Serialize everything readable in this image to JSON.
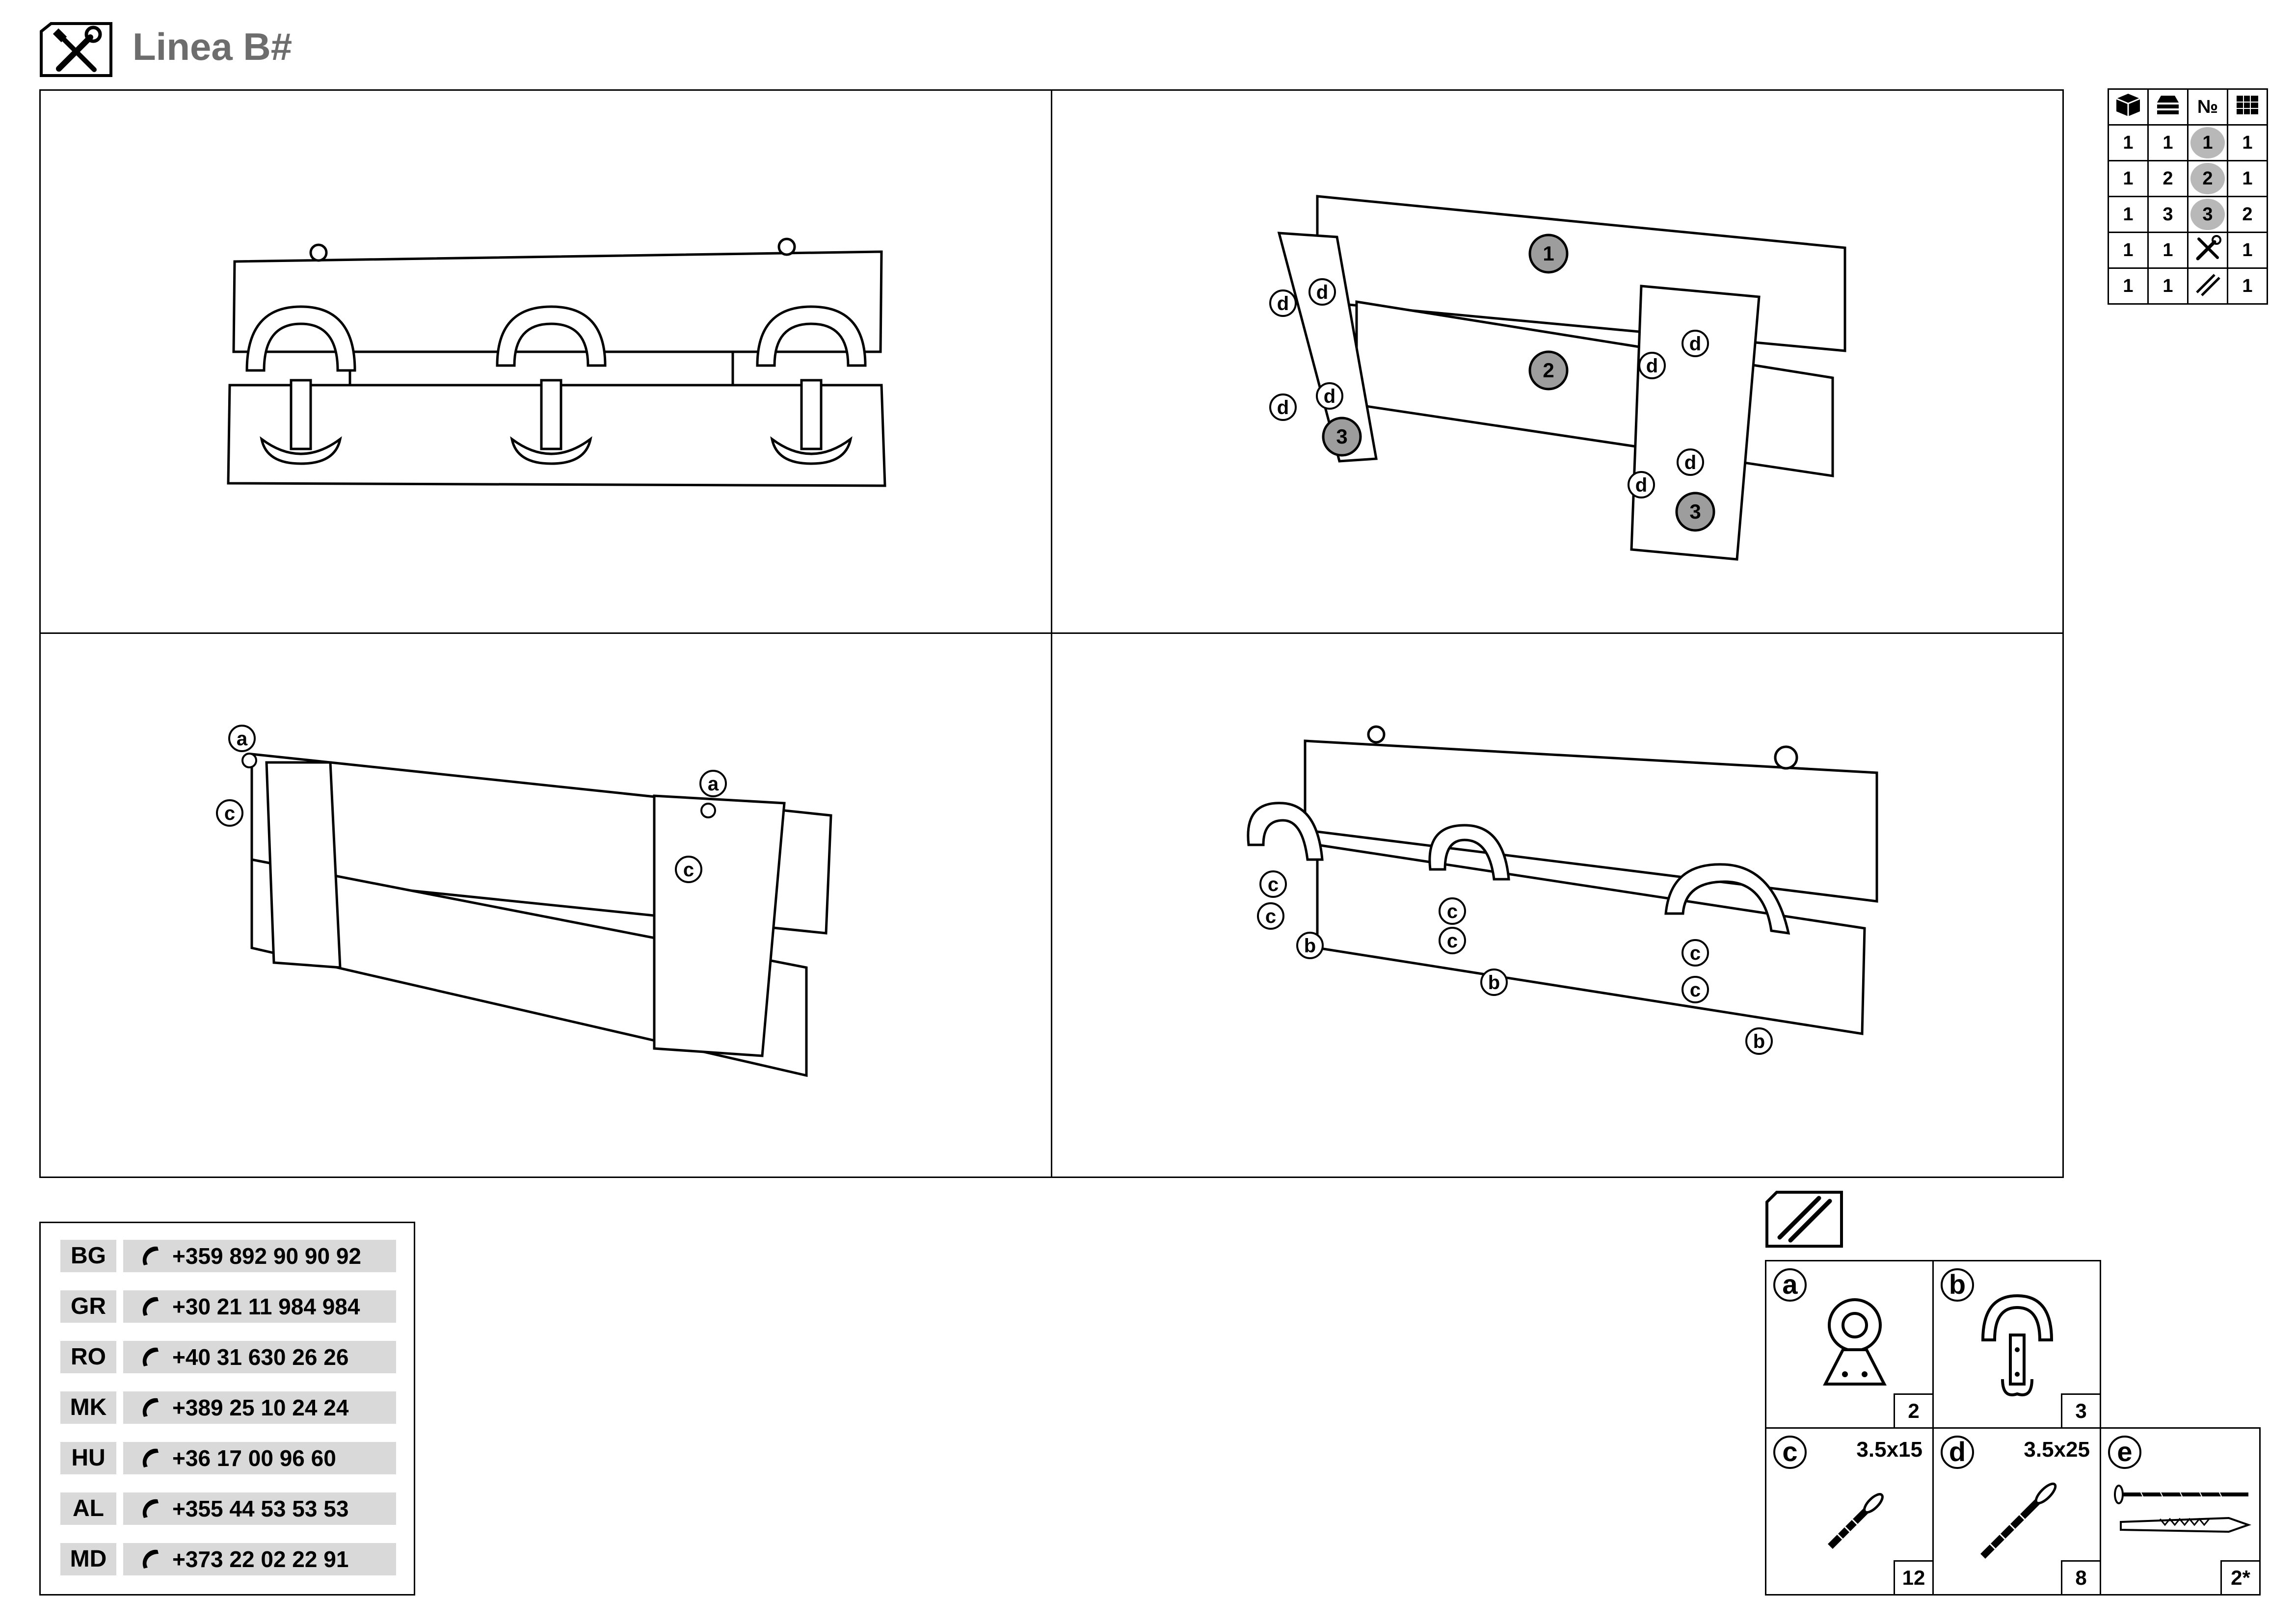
{
  "header": {
    "title": "Linea B#",
    "tools_icon": "tools-icon"
  },
  "step_panels": [
    {
      "id": "step-1"
    },
    {
      "id": "step-2"
    },
    {
      "id": "step-3"
    },
    {
      "id": "step-4"
    }
  ],
  "labels": {
    "part_1": "1",
    "part_2": "2",
    "part_3": "3",
    "d": "d",
    "c": "c",
    "a": "a",
    "b": "b"
  },
  "parts_table": {
    "header_icons": [
      "box-icon",
      "stack-icon",
      "№",
      "parts-grid-icon"
    ],
    "rows": [
      {
        "qty_box": "1",
        "pkg": "1",
        "no": "1",
        "count": "1"
      },
      {
        "qty_box": "1",
        "pkg": "2",
        "no": "2",
        "count": "1"
      },
      {
        "qty_box": "1",
        "pkg": "3",
        "no": "3",
        "count": "2"
      },
      {
        "qty_box": "1",
        "pkg": "1",
        "no_icon": "tools-icon",
        "count": "1"
      },
      {
        "qty_box": "1",
        "pkg": "1",
        "no_icon": "screws-icon",
        "count": "1"
      }
    ]
  },
  "contacts": [
    {
      "code": "BG",
      "phone": "+359 892 90 90 92"
    },
    {
      "code": "GR",
      "phone": "+30 21 11 984 984"
    },
    {
      "code": "RO",
      "phone": "+40 31 630 26 26"
    },
    {
      "code": "MK",
      "phone": "+389 25 10 24 24"
    },
    {
      "code": "HU",
      "phone": "+36 17 00 96 60"
    },
    {
      "code": "AL",
      "phone": "+355 44 53 53 53"
    },
    {
      "code": "MD",
      "phone": "+373 22 02 22 91"
    }
  ],
  "hardware": [
    {
      "letter": "a",
      "size": "",
      "count": "2",
      "icon": "wall-bracket-icon"
    },
    {
      "letter": "b",
      "size": "",
      "count": "3",
      "icon": "double-hook-icon"
    },
    {
      "letter": "c",
      "size": "3.5x15",
      "count": "12",
      "icon": "short-screw-icon"
    },
    {
      "letter": "d",
      "size": "3.5x25",
      "count": "8",
      "icon": "long-screw-icon"
    },
    {
      "letter": "e",
      "size": "",
      "count": "2*",
      "icon": "wall-plug-screw-icon"
    }
  ]
}
